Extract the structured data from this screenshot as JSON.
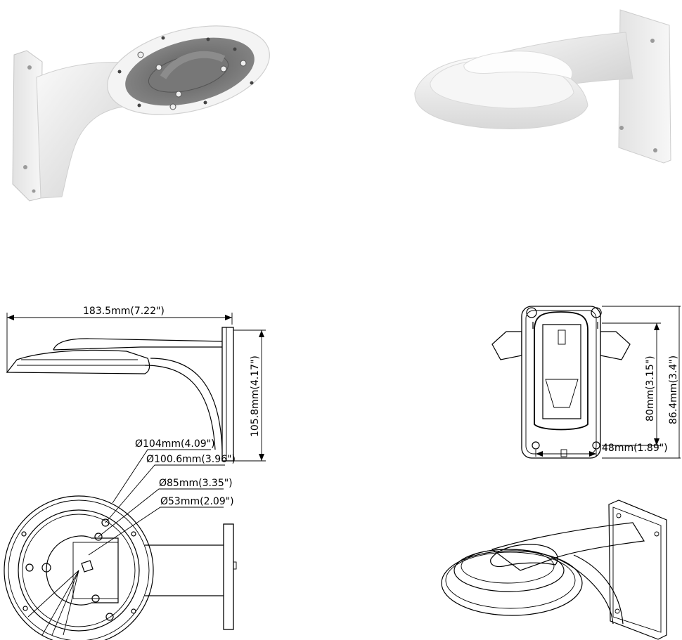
{
  "dimensions": {
    "overall_length": "183.5mm(7.22\")",
    "height": "105.8mm(4.17\")",
    "dia_outer": "Ø104mm(4.09\")",
    "dia_bolt": "Ø100.6mm(3.96\")",
    "dia_inner": "Ø85mm(3.35\")",
    "dia_hub": "Ø53mm(2.09\")",
    "hole_vertical": "80mm(3.15\")",
    "plate_height": "86.4mm(3.4\")",
    "hole_horizontal": "48mm(1.89\")"
  },
  "colors": {
    "product": "#f1f1f1",
    "shade": "#c9c9c9",
    "cavity": "#6e6e6e",
    "line": "#000000"
  }
}
